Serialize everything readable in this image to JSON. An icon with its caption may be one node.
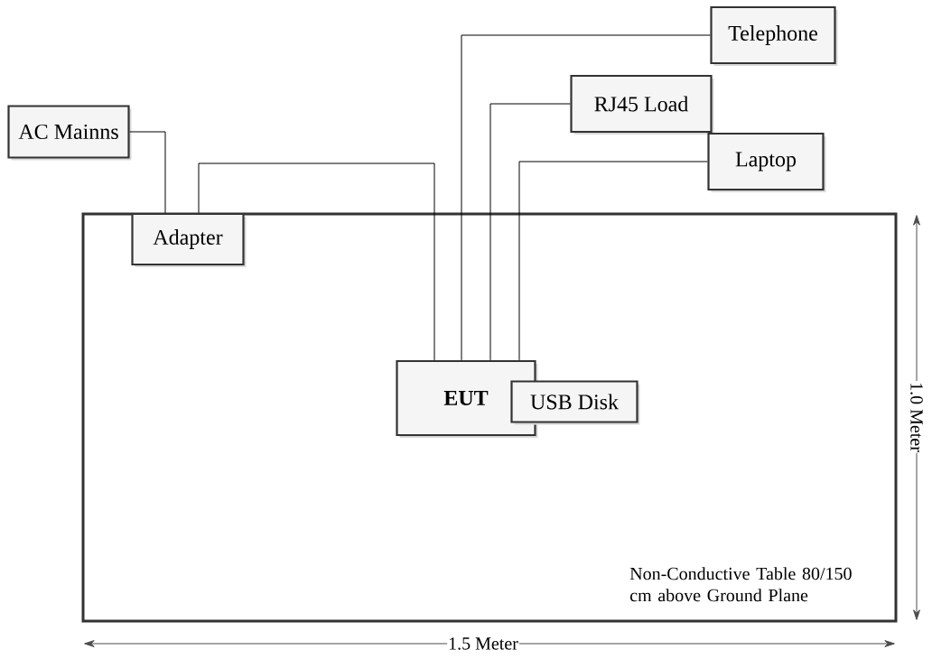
{
  "diagram": {
    "nodes": [
      {
        "text": [
          "Non-Conductive Table 80/150 cm above Ground Plane"
        ]
      },
      {
        "text": [
          "Telephone"
        ]
      },
      {
        "text": [
          "RJ45 Load"
        ]
      },
      {
        "text": [
          "AC Mainns"
        ]
      },
      {
        "text": [
          "Laptop"
        ]
      },
      {
        "text": [
          "Adapter"
        ],
        "in": 0
      },
      {
        "text": [
          "EUT"
        ],
        "in": 0
      },
      {
        "text": [
          "USB Disk"
        ],
        "in": 0
      }
    ],
    "edges": [
      {
        "from": 3,
        "to": 5,
        "arrow": "none"
      },
      {
        "from": 5,
        "to": 6,
        "arrow": "none"
      },
      {
        "from": 1,
        "to": 6,
        "arrow": "none"
      },
      {
        "from": 2,
        "to": 6,
        "arrow": "none"
      },
      {
        "from": 4,
        "to": 6,
        "arrow": "none"
      }
    ],
    "labels": [
      "1.5 Meter",
      "1.0 Meter"
    ]
  }
}
